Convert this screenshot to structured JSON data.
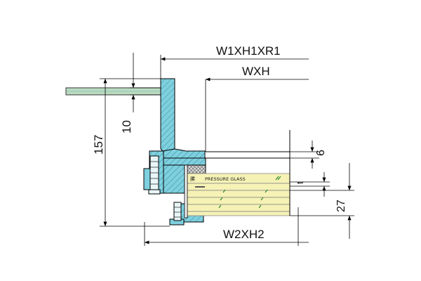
{
  "dimensions": {
    "outer": "W1XH1XR1",
    "inner": "WXH",
    "bottom": "W2XH2",
    "height": "157",
    "flange": "10",
    "glass_top": "6",
    "t": "t",
    "stack": "27"
  },
  "glass_label": {
    "symbol": "脪",
    "text": "PRESSURE GLASS"
  },
  "colors": {
    "steel": "#7fd0df",
    "glass": "#f6f2b6",
    "gasket": "#b9b9b9",
    "line": "#000000",
    "mark": "#2a8a2a"
  }
}
